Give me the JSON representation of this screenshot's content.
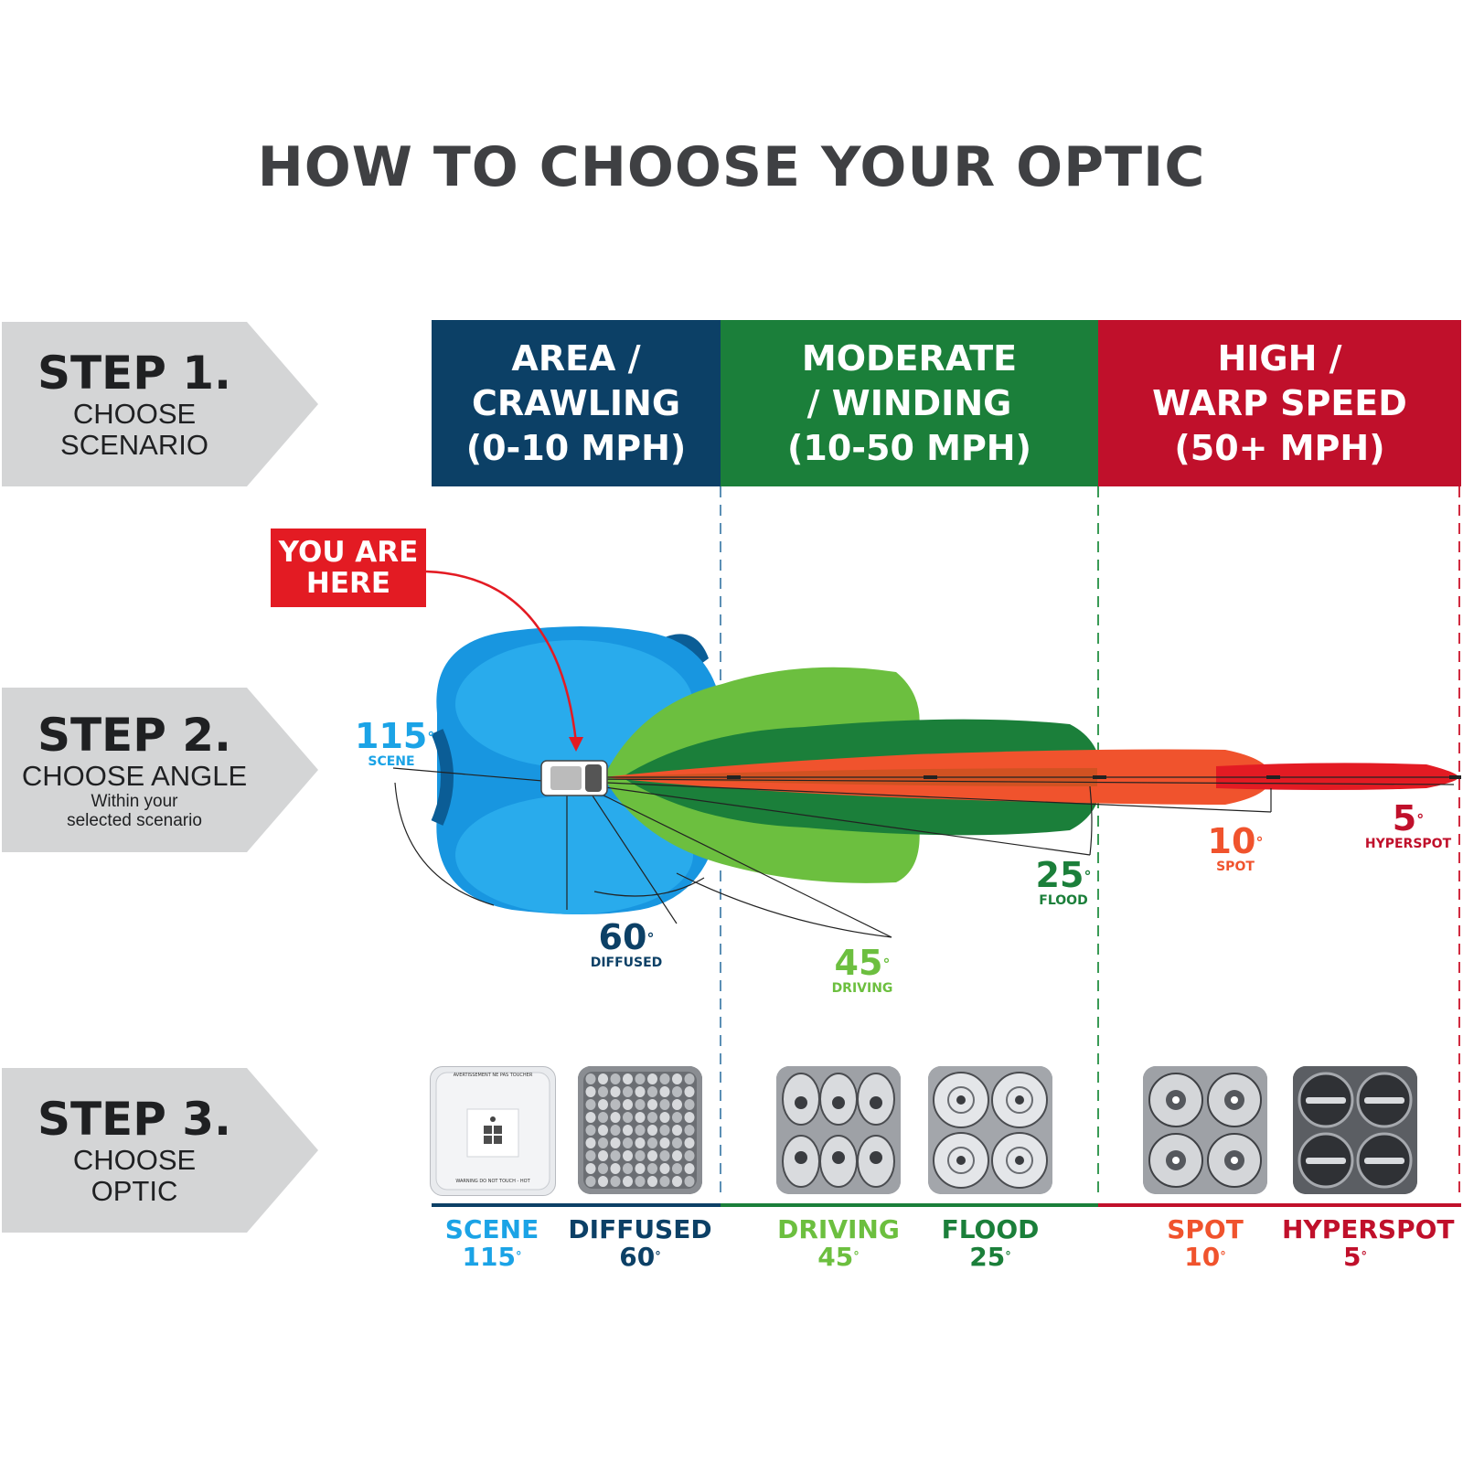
{
  "title": "HOW TO CHOOSE YOUR OPTIC",
  "steps": [
    {
      "num": "STEP 1.",
      "lines": [
        "CHOOSE",
        "SCENARIO"
      ],
      "note": []
    },
    {
      "num": "STEP 2.",
      "lines": [
        "CHOOSE ANGLE"
      ],
      "note": [
        "Within your",
        "selected scenario"
      ]
    },
    {
      "num": "STEP 3.",
      "lines": [
        "CHOOSE",
        "OPTIC"
      ],
      "note": []
    }
  ],
  "scenarios": [
    {
      "label": "AREA /\nCRAWLING\n(0-10 MPH)",
      "color": "#0c4066"
    },
    {
      "label": "MODERATE\n/ WINDING\n(10-50 MPH)",
      "color": "#1b7f3a"
    },
    {
      "label": "HIGH /\nWARP SPEED\n(50+ MPH)",
      "color": "#c0102b"
    }
  ],
  "you_are_here": "YOU ARE\nHERE",
  "degree_symbol": "°",
  "angles": [
    {
      "value": "115",
      "name": "SCENE",
      "color": "#1ba3e6"
    },
    {
      "value": "60",
      "name": "DIFFUSED",
      "color": "#0c4066"
    },
    {
      "value": "45",
      "name": "DRIVING",
      "color": "#6cbf3f"
    },
    {
      "value": "25",
      "name": "FLOOD",
      "color": "#1b7f3a"
    },
    {
      "value": "10",
      "name": "SPOT",
      "color": "#f0532d"
    },
    {
      "value": "5",
      "name": "HYPERSPOT",
      "color": "#c0102b"
    }
  ],
  "optics": [
    {
      "name": "SCENE",
      "value": "115",
      "color": "#1ba3e6",
      "type": "scene-icon",
      "label_top": "AVERTISSEMENT NE PAS TOUCHER",
      "label_bottom": "WARNING DO NOT TOUCH - HOT"
    },
    {
      "name": "DIFFUSED",
      "value": "60",
      "color": "#0c4066",
      "type": "diffused-lens-icon"
    },
    {
      "name": "DRIVING",
      "value": "45",
      "color": "#6cbf3f",
      "type": "driving-lens-icon"
    },
    {
      "name": "FLOOD",
      "value": "25",
      "color": "#1b7f3a",
      "type": "flood-lens-icon"
    },
    {
      "name": "SPOT",
      "value": "10",
      "color": "#f0532d",
      "type": "spot-lens-icon"
    },
    {
      "name": "HYPERSPOT",
      "value": "5",
      "color": "#c0102b",
      "type": "hyperspot-lens-icon"
    }
  ],
  "colors": {
    "step_gray": "#d4d5d6",
    "title": "#3f4043",
    "scene_blue": "#1ba3e6",
    "diffused_blue": "#0c4066",
    "driving_green": "#6cbf3f",
    "flood_green": "#1b7f3a",
    "spot_orange": "#f0532d",
    "hyperspot_red": "#c0102b"
  }
}
